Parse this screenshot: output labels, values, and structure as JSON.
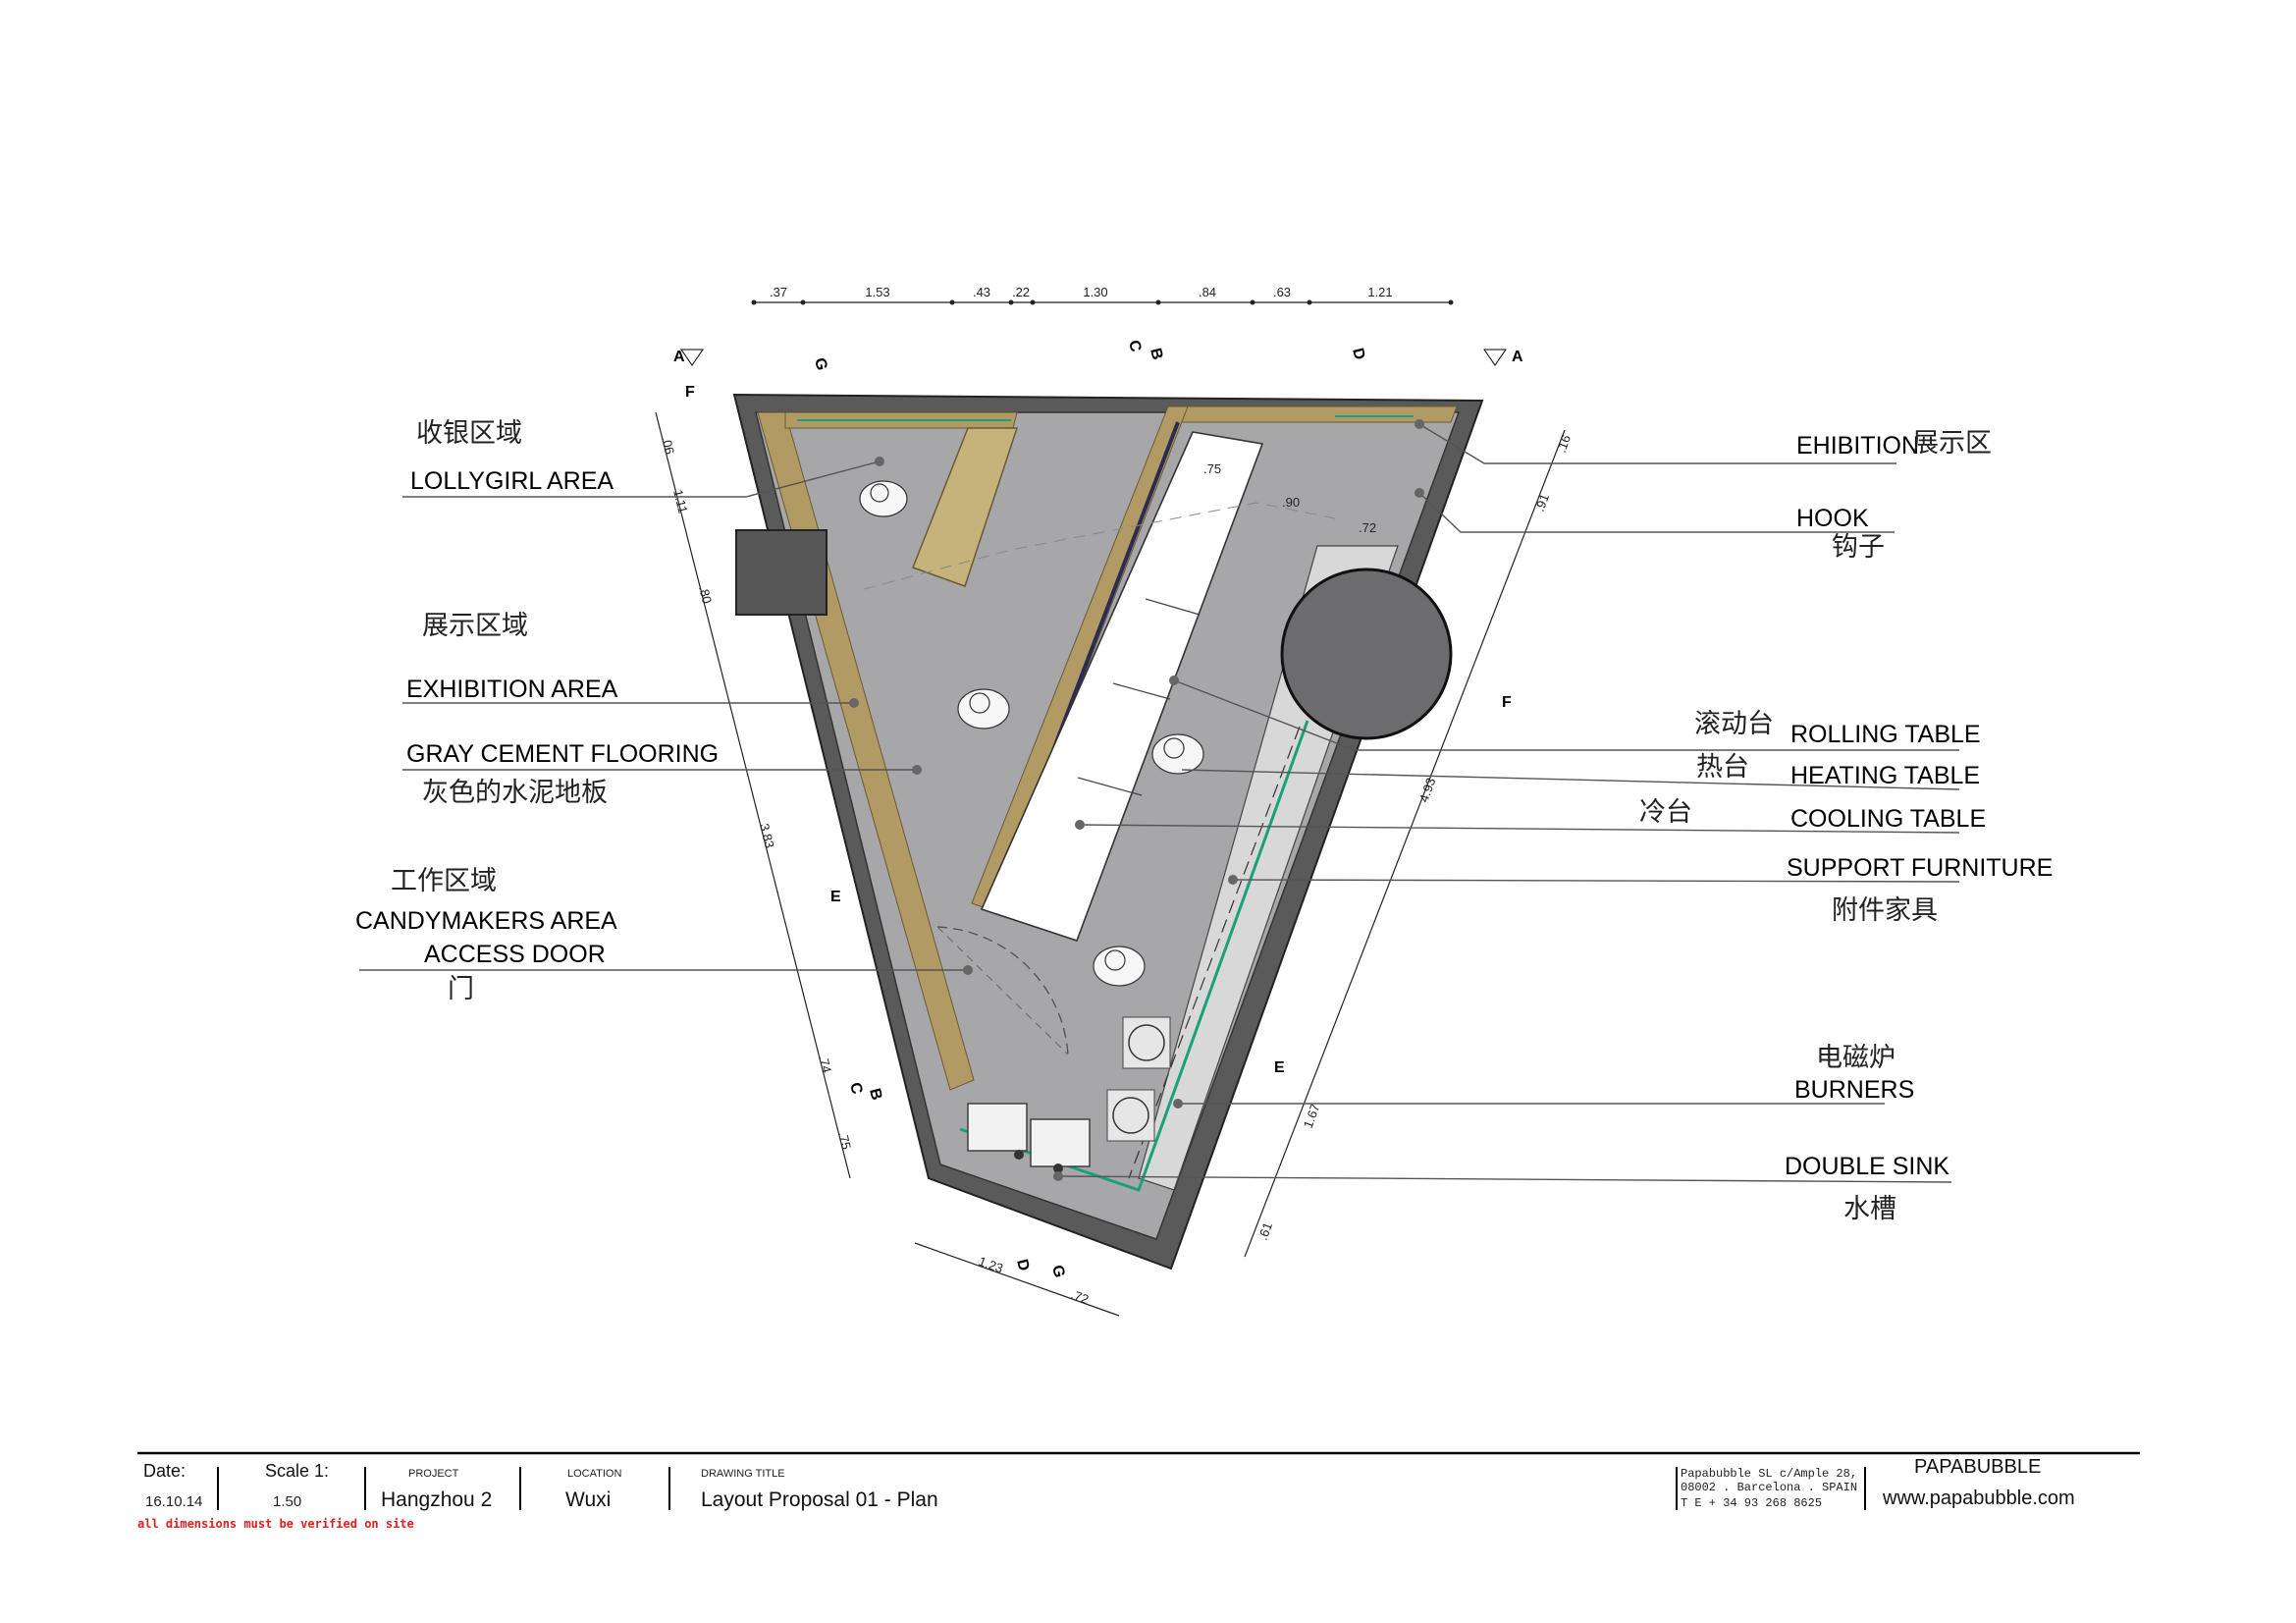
{
  "labels": {
    "cashier_cn": "收银区域",
    "lollygirl": "LOLLYGIRL AREA",
    "display_cn": "展示区域",
    "exhibition_area": "EXHIBITION AREA",
    "gray_cement": "GRAY CEMENT FLOORING",
    "gray_cement_cn": "灰色的水泥地板",
    "work_cn": "工作区域",
    "candymakers": "CANDYMAKERS AREA",
    "access_door": "ACCESS DOOR",
    "door_cn": "门",
    "ehibition": "EHIBITION",
    "ehibition_cn": "展示区",
    "hook": "HOOK",
    "hook_cn": "钩子",
    "rolling_cn": "滚动台",
    "rolling": "ROLLING  TABLE",
    "heating_cn": "热台",
    "heating": "HEATING  TABLE",
    "cooling_cn": "冷台",
    "cooling": "COOLING  TABLE",
    "support": "SUPPORT FURNITURE",
    "support_cn": "附件家具",
    "burners_cn": "电磁炉",
    "burners": "BURNERS",
    "sink": "DOUBLE SINK",
    "sink_cn": "水槽"
  },
  "dimensions": {
    "top": [
      ".37",
      "1.53",
      ".43",
      ".22",
      "1.30",
      ".84",
      ".63",
      "1.21"
    ],
    "left": [
      ".06",
      "1.11",
      ".80",
      "3.83",
      ".74",
      ".75"
    ],
    "right": [
      ".16",
      ".91",
      "4.93",
      "1.67",
      ".61"
    ],
    "bottom": [
      "1.23",
      ".72"
    ],
    "interior": [
      ".75",
      ".90",
      ".72"
    ]
  },
  "section_markers": [
    "A",
    "A",
    "G",
    "C",
    "B",
    "D",
    "F",
    "F",
    "E",
    "E",
    "C",
    "B",
    "D",
    "G"
  ],
  "title_block": {
    "date_label": "Date:",
    "date": "16.10.14",
    "scale_label": "Scale 1:",
    "scale": "1.50",
    "project_label": "PROJECT",
    "project": "Hangzhou 2",
    "location_label": "LOCATION",
    "location": "Wuxi",
    "title_label": "DRAWING TITLE",
    "title": "Layout Proposal 01 - Plan",
    "address_1": "Papabubble SL c/Ample 28,",
    "address_2": "08002 . Barcelona . SPAIN",
    "address_3": "T E +  34  93  268  8625",
    "brand": "PAPABUBBLE",
    "website": "www.papabubble.com",
    "warning": "all dimensions must be verified on site"
  },
  "colors": {
    "wall": "#5a5a5b",
    "floor": "#a7a7a9",
    "wood": "#b19a63",
    "counter": "#ffffff",
    "circle": "#6c6c6e",
    "green_line": "#1aa07a",
    "warning": "#e02020"
  }
}
